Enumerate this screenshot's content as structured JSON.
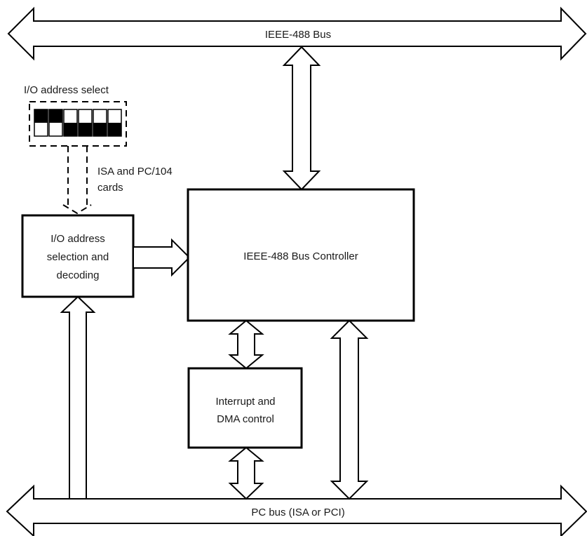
{
  "labels": {
    "ieee_bus": "IEEE-488 Bus",
    "pc_bus": "PC bus (ISA or PCI)",
    "io_select": "I/O address select",
    "isa_cards_line1": "ISA and PC/104",
    "isa_cards_line2": "cards",
    "io_box_line1": "I/O address",
    "io_box_line2": "selection and",
    "io_box_line3": "decoding",
    "controller": "IEEE-488 Bus Controller",
    "interrupt_line1": "Interrupt and",
    "interrupt_line2": "DMA control"
  },
  "dip_switches": [
    {
      "position": "up"
    },
    {
      "position": "up"
    },
    {
      "position": "down"
    },
    {
      "position": "down"
    },
    {
      "position": "down"
    },
    {
      "position": "down"
    }
  ],
  "colors": {
    "line": "#000000",
    "text": "#1a1a1a",
    "fill": "#ffffff"
  }
}
